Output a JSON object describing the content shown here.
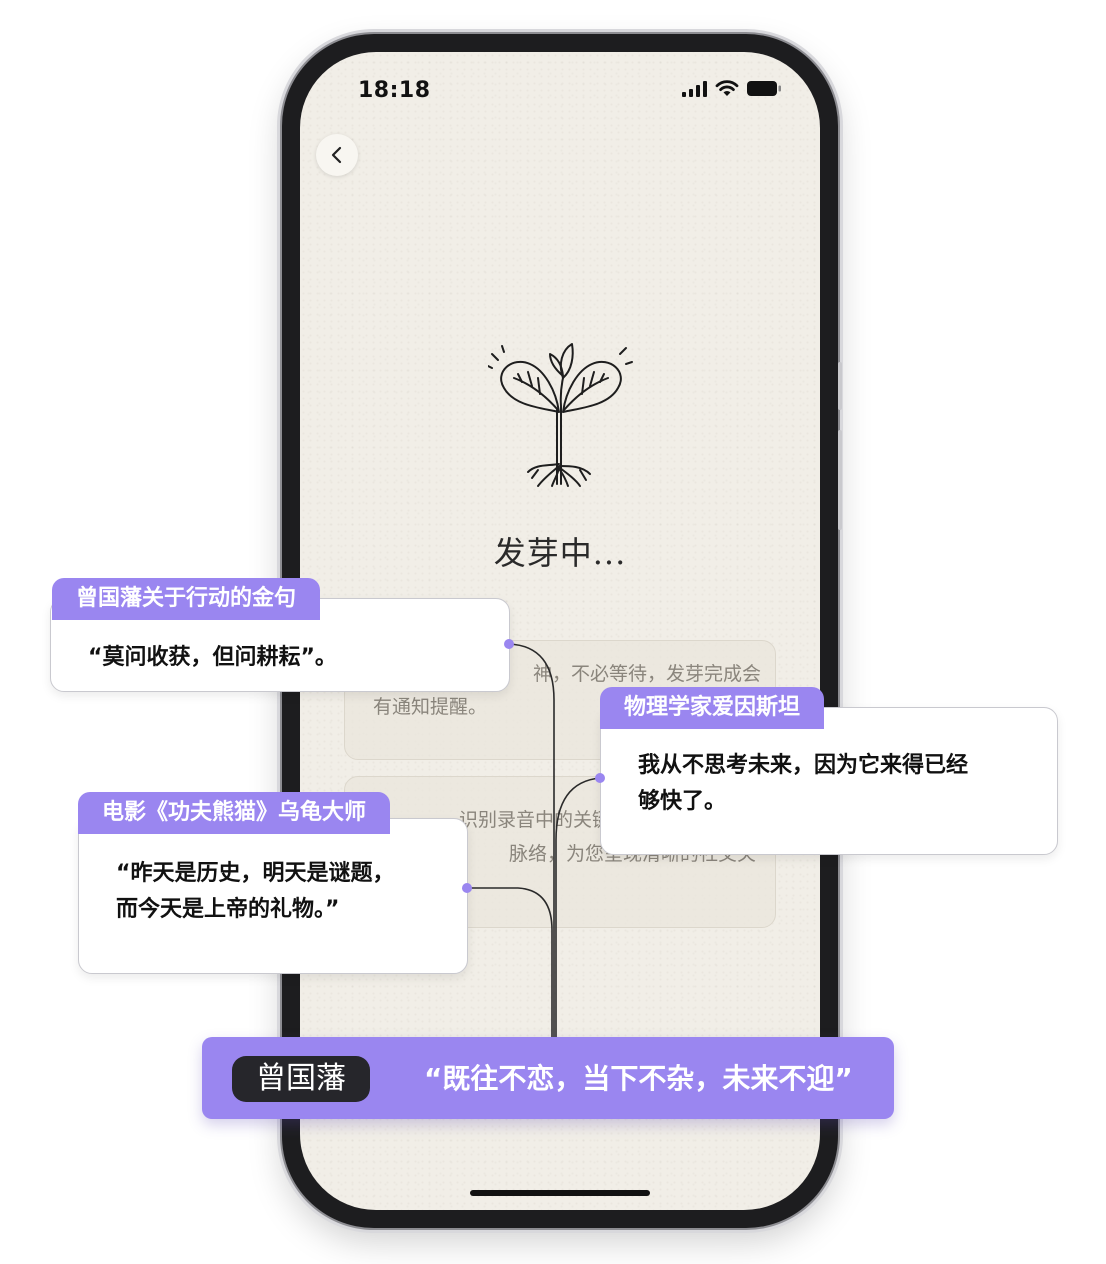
{
  "status_bar": {
    "time": "18:18"
  },
  "screen": {
    "status_text": "发芽中...",
    "cards": [
      {
        "line1": "神，不必等待，发芽完成会",
        "line2": "有通知提醒。"
      },
      {
        "line1": "识别录音中的关键人物",
        "line2": "脉络，为您呈现清晰的社交关"
      }
    ]
  },
  "callouts": [
    {
      "tag": "曾国藩关于行动的金句",
      "lines": [
        "“莫问收获，但问耕耘”。"
      ]
    },
    {
      "tag": "物理学家爱因斯坦",
      "lines": [
        "我从不思考未来，因为它来得已经",
        "够快了。"
      ]
    },
    {
      "tag": "电影《功夫熊猫》乌龟大师",
      "lines": [
        "“昨天是历史，明天是谜题，",
        "而今天是上帝的礼物。”"
      ]
    }
  ],
  "banner": {
    "speaker": "曾国藩",
    "quote": "“既往不恋，当下不杂，未来不迎”"
  },
  "colors": {
    "accent": "#9a86f0",
    "paper": "#f1eee7",
    "dark": "#26262b"
  }
}
